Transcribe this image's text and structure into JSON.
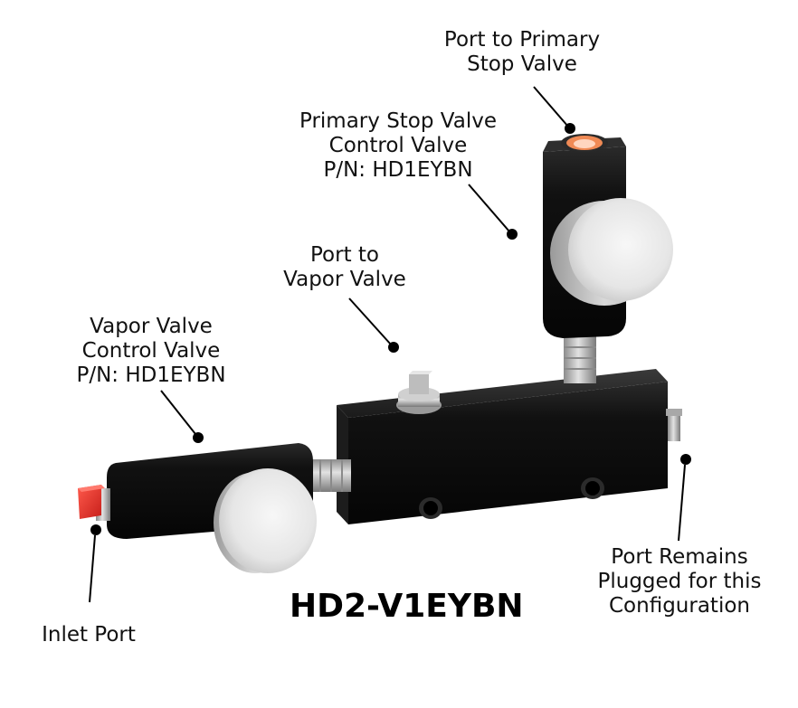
{
  "labels": {
    "primary_port": {
      "line1": "Port to Primary",
      "line2": "Stop Valve"
    },
    "primary_valve": {
      "line1": "Primary Stop Valve",
      "line2": "Control Valve",
      "line3": "P/N: HD1EYBN"
    },
    "vapor_port": {
      "line1": "Port to",
      "line2": "Vapor Valve"
    },
    "vapor_valve": {
      "line1": "Vapor Valve",
      "line2": "Control Valve",
      "line3": "P/N: HD1EYBN"
    },
    "plugged_port": {
      "line1": "Port Remains",
      "line2": "Plugged for this",
      "line3": "Configuration"
    },
    "inlet_port": {
      "line1": "Inlet Port"
    }
  },
  "model_number": "HD2-V1EYBN",
  "colors": {
    "body": "#0d0d0d",
    "knob": "#ececec",
    "inlet_cap": "#e8322b",
    "primary_port_ring": "#f08a55",
    "leader": "#000000"
  }
}
